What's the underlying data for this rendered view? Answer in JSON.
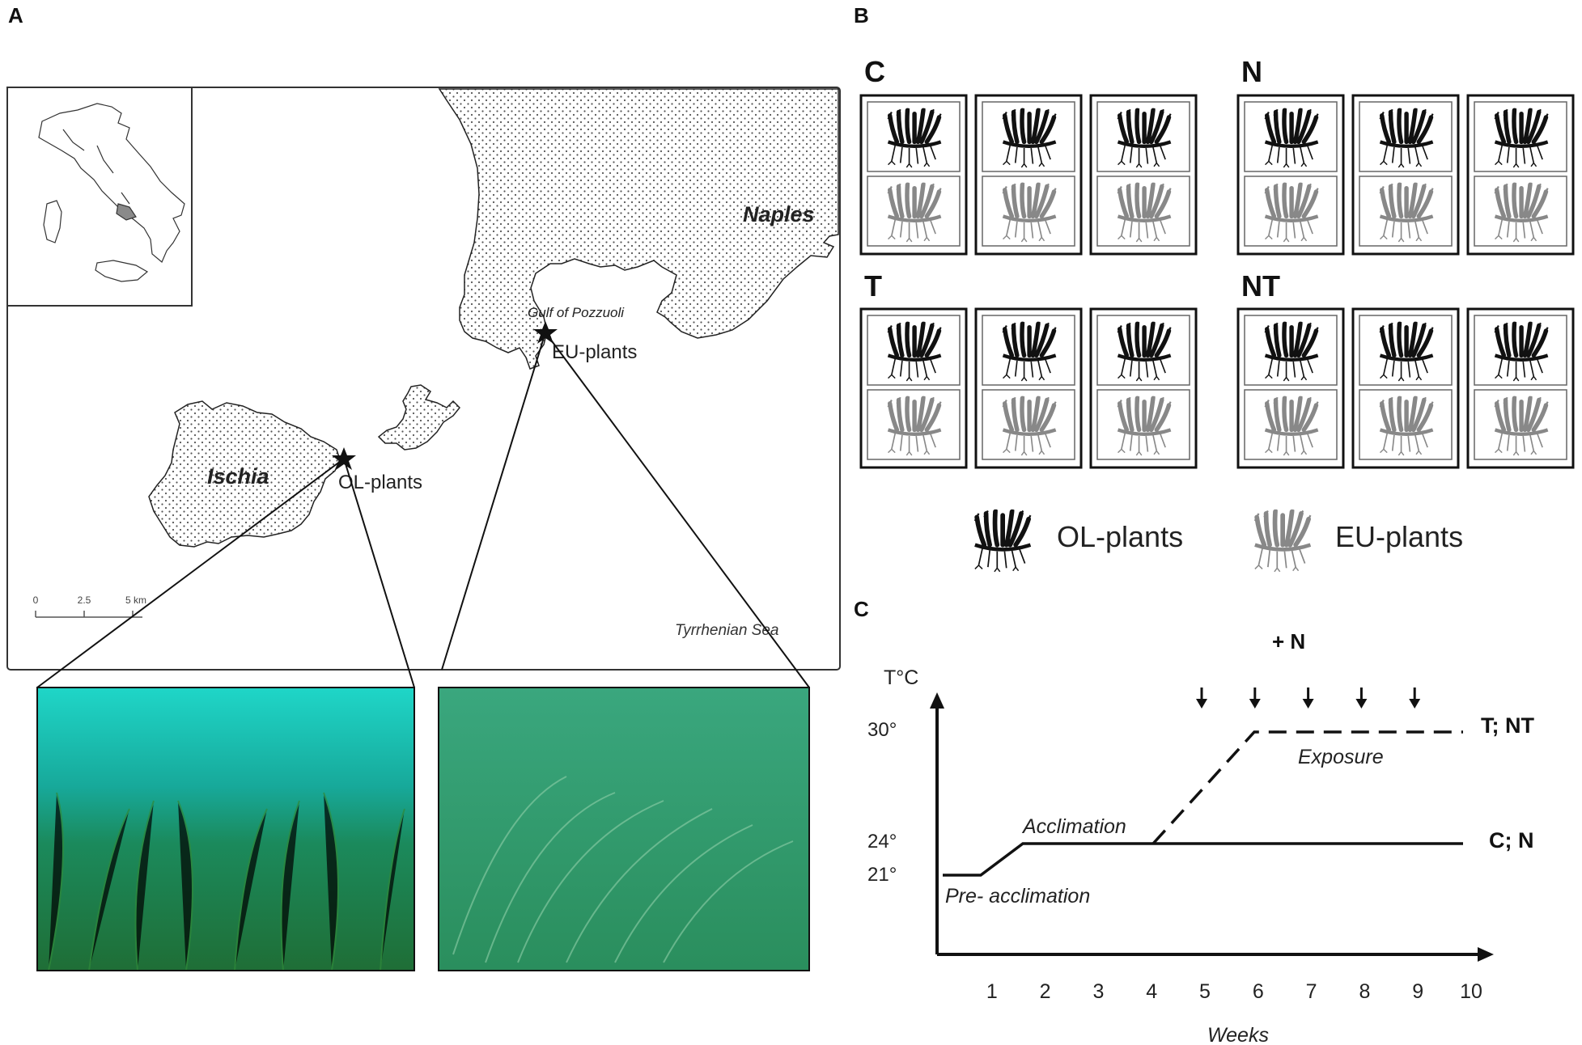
{
  "panels": {
    "a": "A",
    "b": "B",
    "c": "C"
  },
  "map": {
    "city": "Naples",
    "island": "Ischia",
    "gulf": "Gulf of Pozzuoli",
    "sea": "Tyrrhenian Sea",
    "site_ol": "OL-plants",
    "site_eu": "EU-plants",
    "scale_ticks": [
      "0",
      "2.5",
      "5 km"
    ]
  },
  "design": {
    "groups": [
      "C",
      "N",
      "T",
      "NT"
    ],
    "legend": {
      "ol": "OL-plants",
      "eu": "EU-plants"
    }
  },
  "timeline": {
    "y_label": "T°C",
    "x_label": "Weeks",
    "y_ticks": [
      "30°",
      "24°",
      "21°"
    ],
    "x_ticks": [
      "1",
      "2",
      "3",
      "4",
      "5",
      "6",
      "7",
      "8",
      "9",
      "10"
    ],
    "nutrient_label": "+ N",
    "arrow_weeks": [
      5,
      6,
      7,
      8,
      9
    ],
    "phases": {
      "pre": "Pre- acclimation",
      "accl": "Acclimation",
      "expo": "Exposure"
    },
    "line_labels": {
      "high": "T; NT",
      "low": "C; N"
    }
  },
  "colors": {
    "ol_plant": "#111111",
    "eu_plant": "#888888",
    "water_left": "#1a9a7a",
    "water_right": "#2f9a6e"
  }
}
